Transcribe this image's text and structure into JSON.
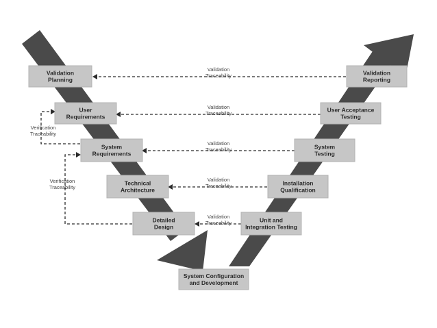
{
  "colors": {
    "band": "#4a4a4a",
    "box_fill": "#c6c6c6",
    "line": "#2b2b2b"
  },
  "left_boxes": [
    {
      "lines": [
        "Validation",
        "Planning"
      ]
    },
    {
      "lines": [
        "User",
        "Requirements"
      ]
    },
    {
      "lines": [
        "System",
        "Requirements"
      ]
    },
    {
      "lines": [
        "Technical",
        "Architecture"
      ]
    },
    {
      "lines": [
        "Detailed",
        "Design"
      ]
    }
  ],
  "right_boxes": [
    {
      "lines": [
        "Validation",
        "Reporting"
      ]
    },
    {
      "lines": [
        "User Acceptance",
        "Testing"
      ]
    },
    {
      "lines": [
        "System",
        "Testing"
      ]
    },
    {
      "lines": [
        "Installation",
        "Qualification"
      ]
    },
    {
      "lines": [
        "Unit and",
        "Integration Testing"
      ]
    }
  ],
  "bottom_box": {
    "lines": [
      "System Configuration",
      "and Development"
    ]
  },
  "validation_traceability": [
    {
      "lines": [
        "Validation",
        "Traceability"
      ]
    },
    {
      "lines": [
        "Validation",
        "Traceability"
      ]
    },
    {
      "lines": [
        "Validation",
        "Traceability"
      ]
    },
    {
      "lines": [
        "Validation",
        "Traceability"
      ]
    },
    {
      "lines": [
        "Validation",
        "Traceability"
      ]
    }
  ],
  "verification_traceability": [
    {
      "lines": [
        "Verification",
        "Traceability"
      ]
    },
    {
      "lines": [
        "Verification",
        "Traceability"
      ]
    }
  ]
}
